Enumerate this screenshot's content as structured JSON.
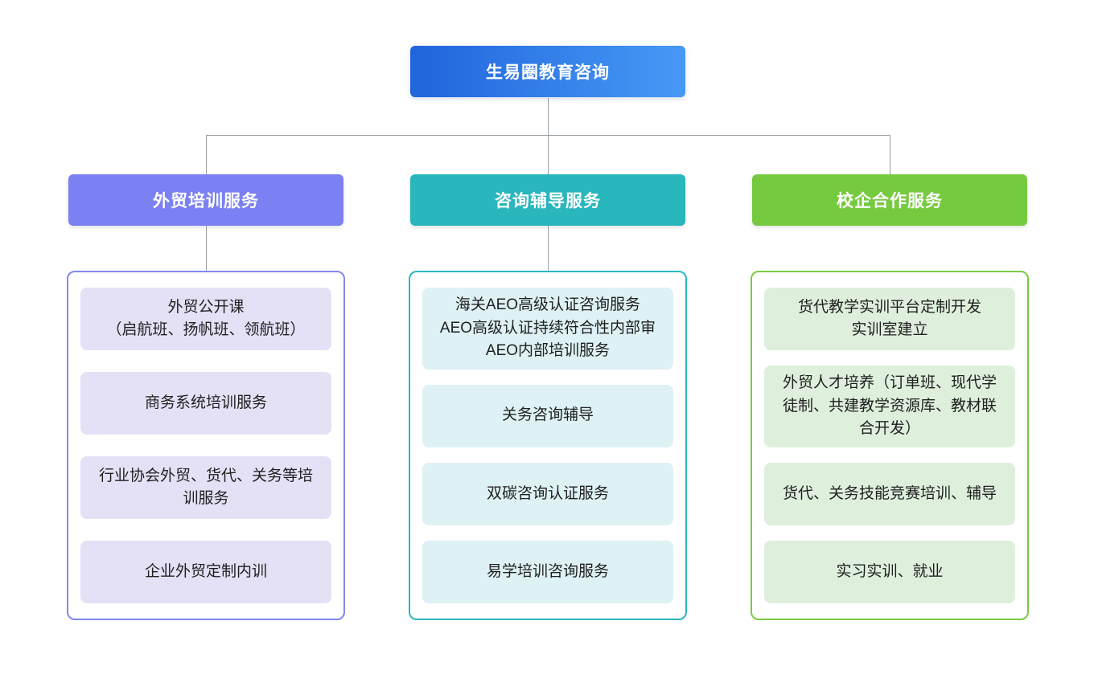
{
  "root": {
    "label": "生易圈教育咨询"
  },
  "colors": {
    "root_gradient_start": "#2065DC",
    "root_gradient_end": "#4799F6",
    "branch1_header": "#7B80F2",
    "branch1_item_bg": "#E4E1F6",
    "branch1_border": "#8288F0",
    "branch2_header": "#29B6BD",
    "branch2_item_bg": "#DEF1F4",
    "branch2_border": "#2BB8BF",
    "branch3_header": "#76CA3F",
    "branch3_item_bg": "#DEF0DC",
    "branch3_border": "#79CB42",
    "connector": "#9aa0a6",
    "header_text": "#ffffff",
    "item_text": "#1f1f1f"
  },
  "branches": [
    {
      "label": "外贸培训服务",
      "items": [
        "外贸公开课\n（启航班、扬帆班、领航班）",
        "商务系统培训服务",
        "行业协会外贸、货代、关务等培训服务",
        "企业外贸定制内训"
      ]
    },
    {
      "label": "咨询辅导服务",
      "items": [
        "海关AEO高级认证咨询服务\nAEO高级认证持续符合性内部审\nAEO内部培训服务",
        "关务咨询辅导",
        "双碳咨询认证服务",
        "易学培训咨询服务"
      ]
    },
    {
      "label": "校企合作服务",
      "items": [
        "货代教学实训平台定制开发\n实训室建立",
        "外贸人才培养（订单班、现代学徒制、共建教学资源库、教材联合开发）",
        "货代、关务技能竞赛培训、辅导",
        "实习实训、就业"
      ]
    }
  ]
}
